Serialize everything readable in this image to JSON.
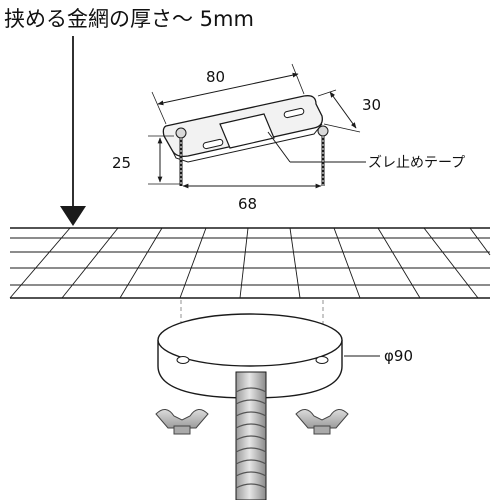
{
  "title": "挟める金網の厚さ～ 5mm",
  "dimensions": {
    "plate_length": "80",
    "plate_width": "30",
    "screw_height": "25",
    "hole_pitch": "68",
    "base_diameter": "φ90"
  },
  "callouts": {
    "anti_slip_tape": "ズレ止めテープ"
  },
  "colors": {
    "line": "#1a1a1a",
    "plate_fill": "#f2f2f2",
    "hardware": "#bdbdbd"
  }
}
